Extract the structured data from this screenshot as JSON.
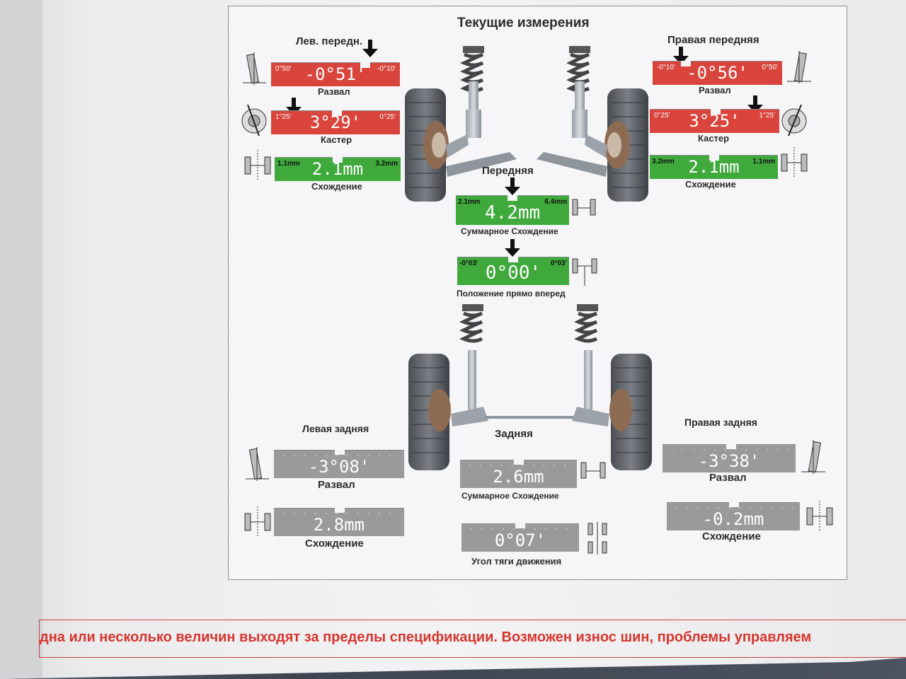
{
  "title": "Текущие измерения",
  "front": {
    "label": "Передняя",
    "left_label": "Лев. передн.",
    "right_label": "Правая передняя",
    "left_camber": {
      "min": "0°50'",
      "max": "-0°10'",
      "value": "-0°51'",
      "label": "Развал"
    },
    "left_caster": {
      "min": "1°25'",
      "max": "0°25'",
      "value": "3°29'",
      "label": "Кастер"
    },
    "left_toe": {
      "min": "1.1mm",
      "max": "3.2mm",
      "value": "2.1mm",
      "label": "Схождение"
    },
    "right_camber": {
      "min": "-0°10'",
      "max": "0°50'",
      "value": "-0°56'",
      "label": "Развал"
    },
    "right_caster": {
      "min": "0°25'",
      "max": "1°25'",
      "value": "3°25'",
      "label": "Кастер"
    },
    "right_toe": {
      "min": "3.2mm",
      "max": "1.1mm",
      "value": "2.1mm",
      "label": "Схождение"
    },
    "total_toe": {
      "min": "2.1mm",
      "max": "6.4mm",
      "value": "4.2mm",
      "label": "Суммарное Схождение"
    },
    "straight_ahead": {
      "min": "-0°03'",
      "max": "0°03'",
      "value": "0°00'",
      "label": "Положение прямо вперед"
    }
  },
  "rear": {
    "label": "Задняя",
    "left_label": "Левая задняя",
    "right_label": "Правая задняя",
    "left_camber": {
      "value": "-3°08'",
      "label": "Развал"
    },
    "left_toe": {
      "value": "2.8mm",
      "label": "Схождение"
    },
    "right_camber": {
      "value": "-3°38'",
      "label": "Развал"
    },
    "right_toe": {
      "value": "-0.2mm",
      "label": "Схождение"
    },
    "total_toe": {
      "value": "2.6mm",
      "label": "Суммарное Схождение"
    },
    "thrust_angle": {
      "value": "0°07'",
      "label": "Угол тяги движения"
    }
  },
  "warning": "дна или несколько величин выходят за пределы спецификации. Возможен износ шин, проблемы управляем",
  "colors": {
    "out_of_spec": "#d9443c",
    "in_spec": "#3fa93c",
    "no_spec": "#9a9a9c",
    "warning_text": "#d8352c"
  },
  "icons": [
    "camber-icon",
    "caster-icon",
    "toe-icon",
    "thrust-icon"
  ]
}
